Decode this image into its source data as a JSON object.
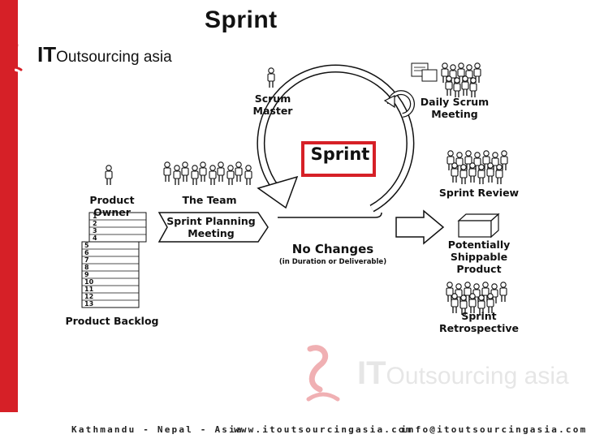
{
  "slide_title": "Sprint",
  "logo": {
    "it": "IT",
    "rest": "Outsourcing asia"
  },
  "diagram": {
    "scrum_master": [
      "Scrum",
      "Master"
    ],
    "daily_scrum": [
      "Daily Scrum",
      "Meeting"
    ],
    "sprint_box": "Sprint",
    "product_owner": "Product Owner",
    "the_team": "The Team",
    "sprint_planning": [
      "Sprint Planning",
      "Meeting"
    ],
    "no_changes": "No Changes",
    "no_changes_note": "(in Duration or Deliverable)",
    "sprint_review": "Sprint Review",
    "shippable": [
      "Potentially",
      "Shippable",
      "Product"
    ],
    "retrospective": [
      "Sprint",
      "Retrospective"
    ],
    "product_backlog": "Product Backlog",
    "backlog_items": [
      "1",
      "2",
      "3",
      "4",
      "5",
      "6",
      "7",
      "8",
      "9",
      "10",
      "11",
      "12",
      "13"
    ]
  },
  "footer": {
    "location": "Kathmandu - Nepal - Asia",
    "website": "www.itoutsourcingasia.com",
    "email": "info@itoutsourcingasia.com"
  },
  "colors": {
    "accent_red": "#d62027",
    "text": "#111111",
    "watermark": "#e9c7c9"
  }
}
